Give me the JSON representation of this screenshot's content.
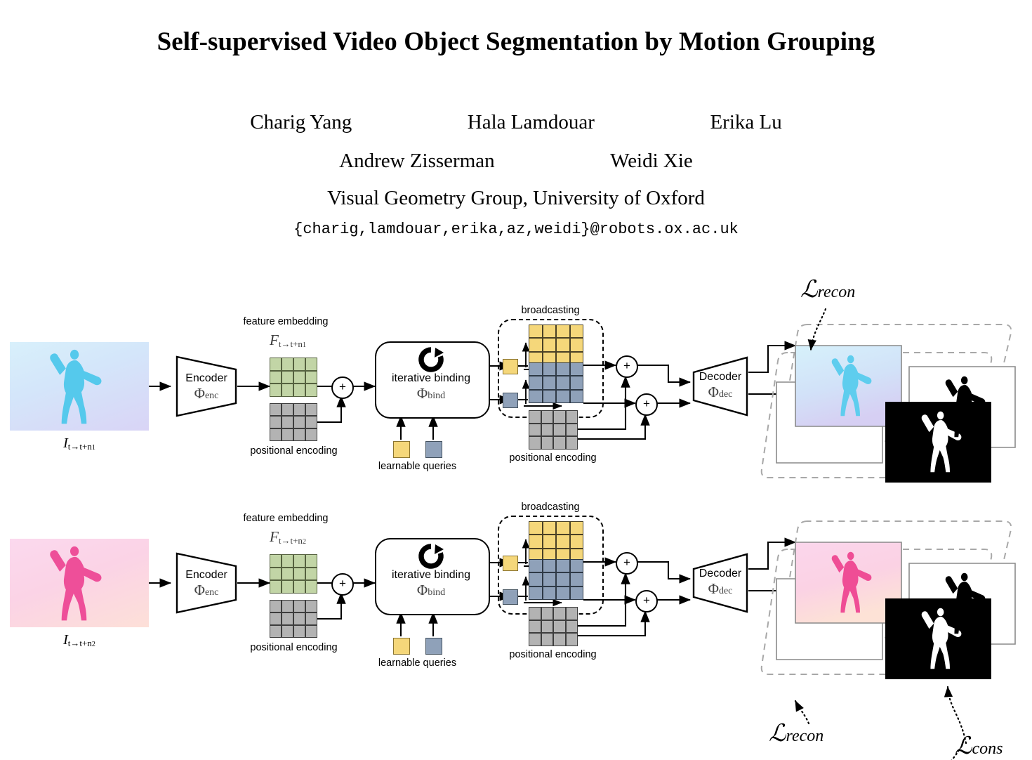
{
  "paper": {
    "title": "Self-supervised Video Object Segmentation by Motion Grouping",
    "authors_line1": [
      "Charig Yang",
      "Hala Lamdouar",
      "Erika Lu"
    ],
    "authors_line2": [
      "Andrew Zisserman",
      "Weidi Xie"
    ],
    "affiliation": "Visual Geometry Group, University of Oxford",
    "email": "{charig,lamdouar,erika,az,weidi}@robots.ox.ac.uk"
  },
  "figure": {
    "rows": [
      {
        "input_caption_main": "I",
        "input_caption_sub": "t→t+n",
        "input_caption_idx": "1",
        "feature_label": "feature embedding",
        "feature_math_main": "F",
        "feature_math_sub": "t→t+n",
        "feature_math_idx": "1",
        "pos_enc_label": "positional encoding",
        "encoder_name": "Encoder",
        "encoder_math": "Φ",
        "encoder_math_sub": "enc",
        "bind_name": "iterative binding",
        "bind_math": "Φ",
        "bind_math_sub": "bind",
        "queries_label": "learnable queries",
        "broadcast_label": "broadcasting",
        "pos_enc_label2": "positional encoding",
        "decoder_name": "Decoder",
        "decoder_math": "Φ",
        "decoder_math_sub": "dec",
        "loss_recon_cal": "ℒ",
        "loss_recon_sub": "recon",
        "plus_symbol": "+"
      },
      {
        "input_caption_main": "I",
        "input_caption_sub": "t→t+n",
        "input_caption_idx": "2",
        "feature_label": "feature embedding",
        "feature_math_main": "F",
        "feature_math_sub": "t→t+n",
        "feature_math_idx": "2",
        "pos_enc_label": "positional encoding",
        "encoder_name": "Encoder",
        "encoder_math": "Φ",
        "encoder_math_sub": "enc",
        "bind_name": "iterative binding",
        "bind_math": "Φ",
        "bind_math_sub": "bind",
        "queries_label": "learnable queries",
        "broadcast_label": "broadcasting",
        "pos_enc_label2": "positional encoding",
        "decoder_name": "Decoder",
        "decoder_math": "Φ",
        "decoder_math_sub": "dec",
        "loss_recon_cal": "ℒ",
        "loss_recon_sub": "recon",
        "plus_symbol": "+"
      }
    ],
    "loss_cons_cal": "ℒ",
    "loss_cons_sub": "cons",
    "colors": {
      "feature_grid": "#c2d5a6",
      "positional_grid": "#b3b3b3",
      "slot_yellow": "#f5d77a",
      "slot_blue": "#8fa1b9",
      "flow_row1": "#8fd8f2",
      "flow_row2": "#f06fae",
      "outline_dashed": "#a8a8a8"
    },
    "grid_shape": {
      "cols": 4,
      "rows": 3
    }
  }
}
